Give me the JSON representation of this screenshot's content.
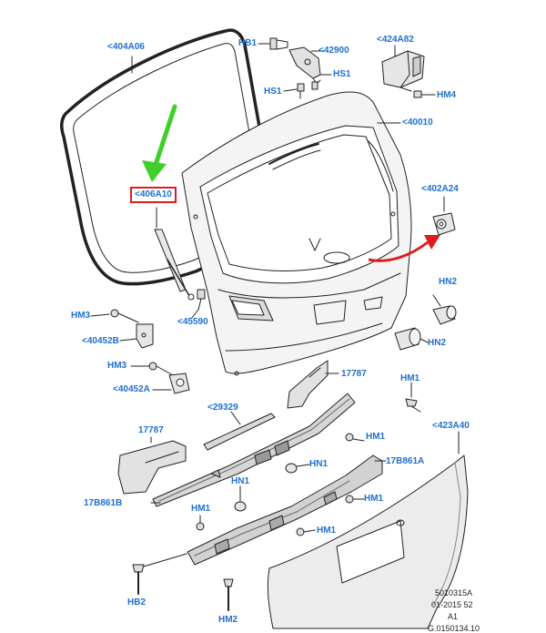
{
  "colors": {
    "label": "#1f6fd1",
    "outline": "#222222",
    "panel_fill": "#e6e6e6",
    "panel_shade": "#cfcfcf",
    "highlight_border": "#e01b1b",
    "arrow_green": "#3fcf2a",
    "arrow_red": "#e01b1b"
  },
  "labels": {
    "p404A06": "<404A06",
    "hb1": "HB1",
    "p42900": "<42900",
    "hs1_right": "HS1",
    "hs1_left": "HS1",
    "p424A82": "<424A82",
    "hm4": "HM4",
    "p40010": "<40010",
    "p406A10": "<406A10",
    "p402A24": "<402A24",
    "hn2_upper": "HN2",
    "hn2_lower": "HN2",
    "hm3_upper": "HM3",
    "p45590": "<45590",
    "p40452B": "<40452B",
    "hm3_lower": "HM3",
    "p40452A": "<40452A",
    "p17787_right": "17787",
    "hm1_a": "HM1",
    "p29329": "<29329",
    "p423A40": "<423A40",
    "p17787_left": "17787",
    "hm1_b": "HM1",
    "hn1_right": "HN1",
    "p17B861A": "17B861A",
    "hn1_left": "HN1",
    "hm1_c": "HM1",
    "p17B861B": "17B861B",
    "hm1_d": "HM1",
    "hm1_e": "HM1",
    "hb2": "HB2",
    "hm2": "HM2"
  },
  "reference": {
    "line1": "5010315A",
    "line2": "01-2015 52",
    "line3": "A1",
    "line4": "G.0150134.10"
  },
  "icons": [
    "green-pointer-arrow",
    "red-direction-arrow",
    "bolt-icon",
    "clip-icon",
    "bump-stop-icon"
  ]
}
